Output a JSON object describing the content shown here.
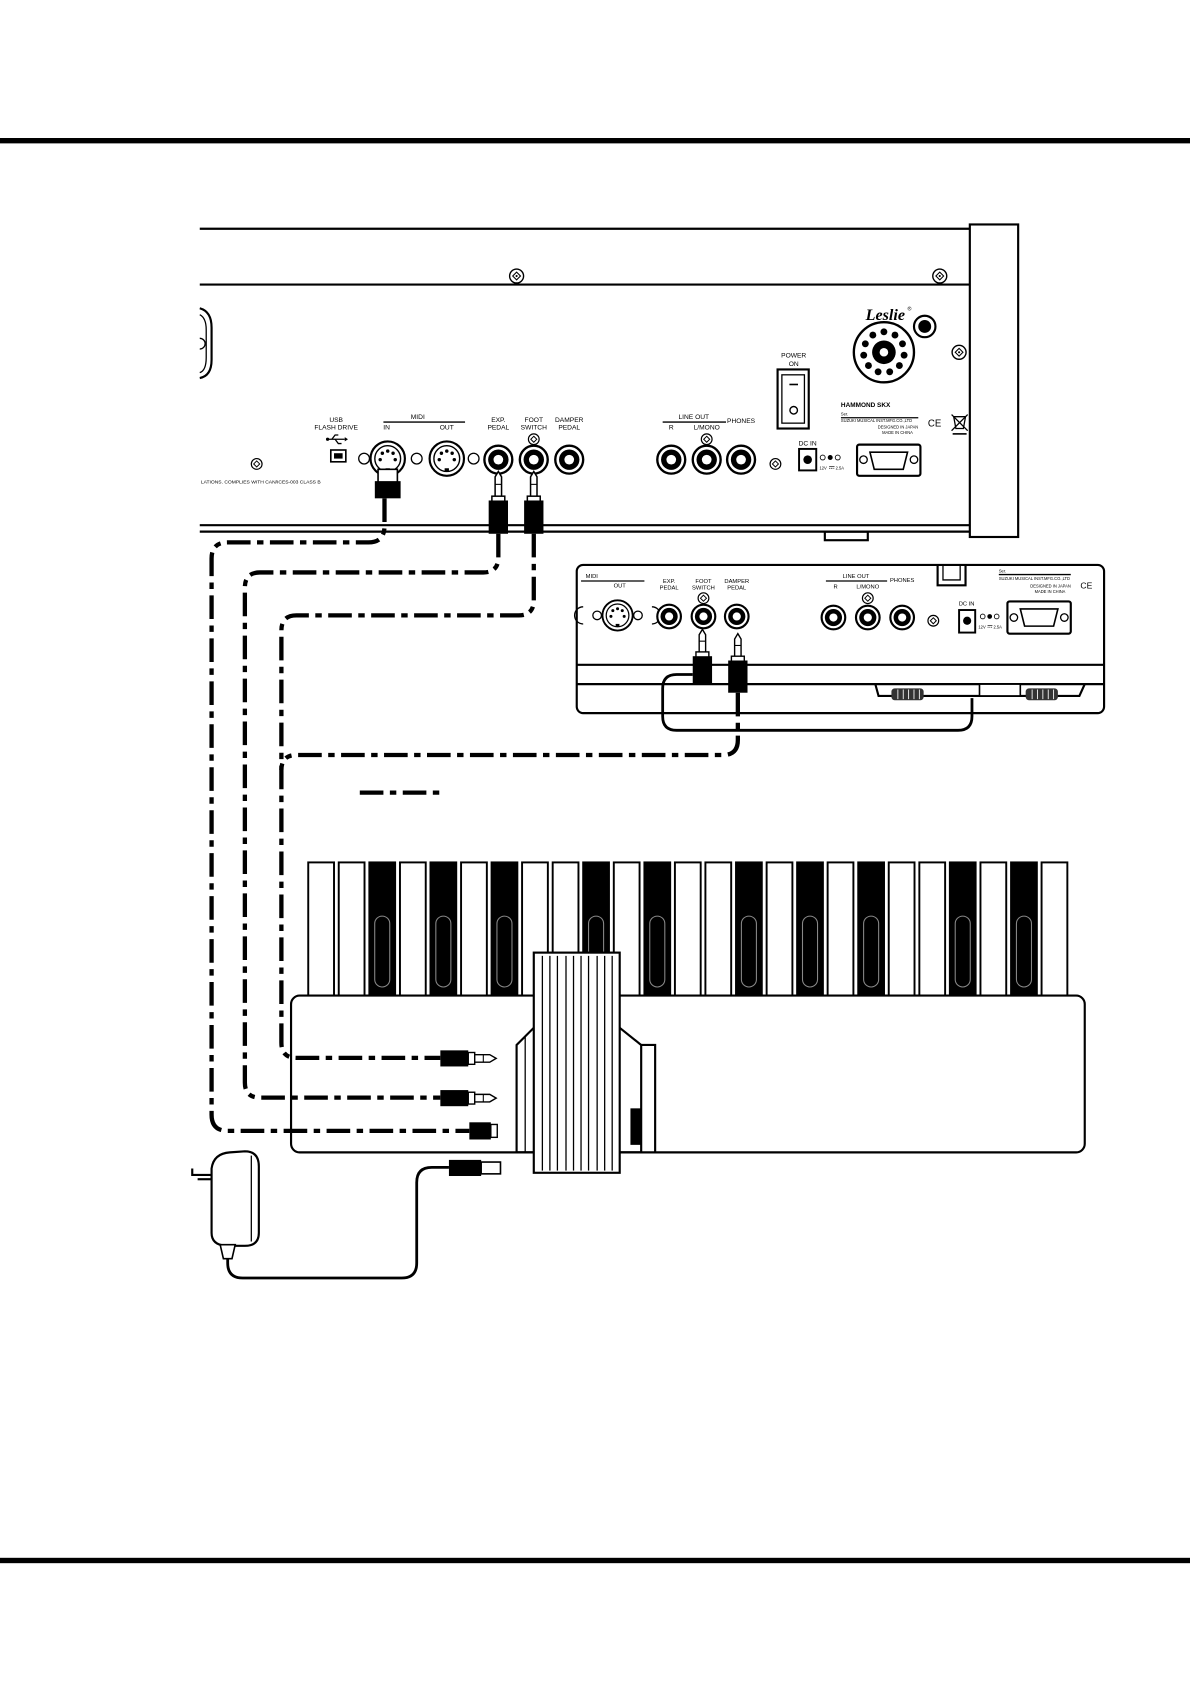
{
  "top_panel": {
    "usb_line1": "USB",
    "usb_line2": "FLASH DRIVE",
    "midi": "MIDI",
    "midi_in": "IN",
    "midi_out": "OUT",
    "exp_line1": "EXP.",
    "exp_line2": "PEDAL",
    "foot_line1": "FOOT",
    "foot_line2": "SWITCH",
    "damper_line1": "DAMPER",
    "damper_line2": "PEDAL",
    "line_out": "LINE OUT",
    "line_out_r": "R",
    "line_out_l": "L/MONO",
    "phones": "PHONES",
    "power_line1": "POWER",
    "power_line2": "ON",
    "dc_in": "DC IN",
    "dc_voltage": "12V",
    "dc_current": "2.5A",
    "logo": "Leslie",
    "model": "HAMMOND SKX",
    "serial": "Ser.",
    "maker": "SUZUKI MUSICAL INST.MFG.CO.,LTD",
    "designed_in": "DESIGNED IN JAPAN",
    "made_in": "MADE IN CHINA",
    "ce_mark": "CE",
    "compliance": "LATIONS.  COMPLIES WITH CAN/ICES-003 CLASS B"
  },
  "bottom_panel": {
    "midi": "MIDI",
    "midi_out": "OUT",
    "exp_line1": "EXP.",
    "exp_line2": "PEDAL",
    "foot_line1": "FOOT",
    "foot_line2": "SWITCH",
    "damper_line1": "DAMPER",
    "damper_line2": "PEDAL",
    "line_out": "LINE OUT",
    "line_out_r": "R",
    "line_out_l": "L/MONO",
    "phones": "PHONES",
    "dc_in": "DC IN",
    "dc_voltage": "12V",
    "dc_current": "2.5A",
    "serial": "Ser.",
    "maker": "SUZUKI MUSICAL INST.MFG.CO.,LTD",
    "designed_in": "DESIGNED IN JAPAN",
    "made_in": "MADE IN CHINA",
    "ce_mark": "CE"
  }
}
